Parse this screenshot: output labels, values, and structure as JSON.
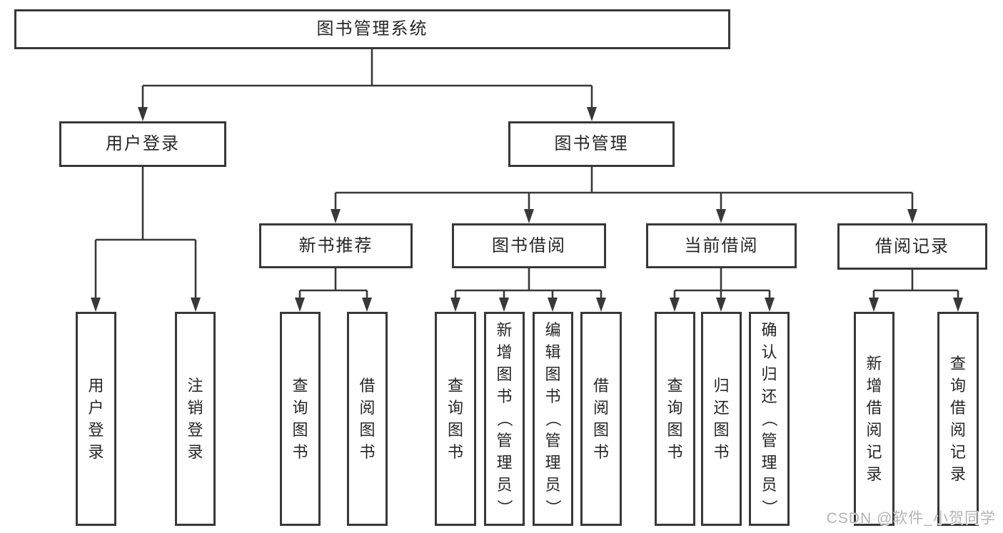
{
  "diagram": {
    "type": "hierarchy-tree",
    "orientation": "top-down"
  },
  "nodes": {
    "root": {
      "label": "图书管理系统"
    },
    "level2": [
      {
        "label": "用户登录"
      },
      {
        "label": "图书管理"
      }
    ],
    "level3": [
      {
        "label": "新书推荐"
      },
      {
        "label": "图书借阅"
      },
      {
        "label": "当前借阅"
      },
      {
        "label": "借阅记录"
      }
    ],
    "leaves": {
      "login": [
        {
          "label": "用户登录"
        },
        {
          "label": "注销登录"
        }
      ],
      "new_books": [
        {
          "label": "查询图书"
        },
        {
          "label": "借阅图书"
        }
      ],
      "book_borrow": [
        {
          "label": "查询图书"
        },
        {
          "label": "新增图书（管理员）"
        },
        {
          "label": "编辑图书（管理员）"
        },
        {
          "label": "借阅图书"
        }
      ],
      "current_borrow": [
        {
          "label": "查询图书"
        },
        {
          "label": "归还图书"
        },
        {
          "label": "确认归还（管理员）"
        }
      ],
      "borrow_records": [
        {
          "label": "新增借阅记录"
        },
        {
          "label": "查询借阅记录"
        }
      ]
    }
  },
  "watermark": {
    "text": "CSDN @软件_小贺同学"
  },
  "colors": {
    "line": "#383838",
    "text": "#262626",
    "node_background": "#ffffff",
    "page_background": "#ffffff",
    "watermark": "#b4b4b4"
  }
}
